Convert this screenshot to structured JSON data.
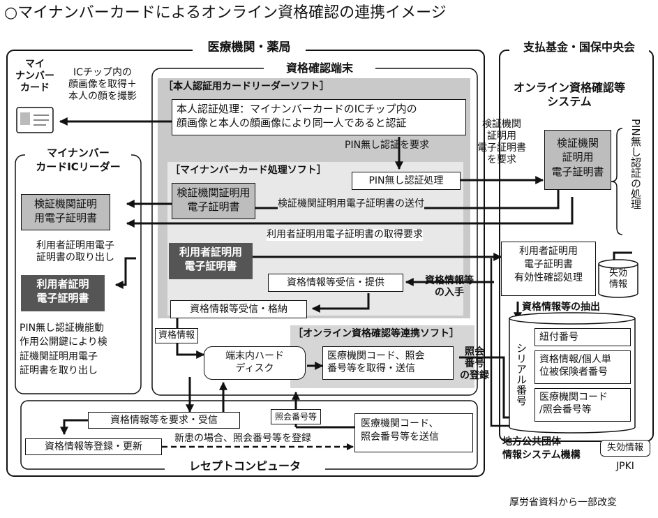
{
  "title": "○マイナンバーカードによるオンライン資格確認の連携イメージ",
  "source": "厚労省資料から一部改変",
  "medical": {
    "label": "医療機関・薬局"
  },
  "fund": {
    "label": "支払基金・国保中央会"
  },
  "terminal": {
    "label": "資格確認端末"
  },
  "card": {
    "label_line1": "マイ",
    "label_line2": "ナンバー",
    "label_line3": "カード",
    "photo_line1": "ICチップ内の",
    "photo_line2": "顔画像を取得＋",
    "photo_line3": "本人の顔を撮影"
  },
  "auth_soft": {
    "label": "［本人認証用カードリーダーソフト］",
    "process_line1": "本人認証処理：マイナンバーカードのICチップ内の",
    "process_line2": "顔画像と本人の顔画像により同一人であると認証",
    "pin_request": "PIN無し認証を要求"
  },
  "card_soft": {
    "label": "［マイナンバーカード処理ソフト］",
    "pin_process": "PIN無し認証処理",
    "cert_line1": "検証機関証明用",
    "cert_line2": "電子証明書",
    "cert_send": "検証機関証明用電子証明書の送付",
    "user_req": "利用者証明用電子証明書の取得要求",
    "user_cert_line1": "利用者証明用",
    "user_cert_line2": "電子証明書",
    "qual_recv_provide": "資格情報等受信・提供",
    "qual_recv_store": "資格情報等受信・格納",
    "qual_entry_line1": "資格情報等",
    "qual_entry_line2": "の入手"
  },
  "reader": {
    "label_line1": "マイナンバー",
    "label_line2": "カードICリーダー",
    "cert_line1": "検証機関証明",
    "cert_line2": "用電子証明書",
    "take_line1": "利用者証明用電子",
    "take_line2": "証明書の取り出し",
    "user_cert_line1": "利用者証明",
    "user_cert_line2": "電子証明書",
    "note_line1": "PIN無し認証機能動",
    "note_line2": "作用公開鍵により検",
    "note_line3": "証機関証明用電子",
    "note_line4": "証明書を取り出し"
  },
  "link_soft": {
    "label": "［オンライン資格確認等連携ソフト］",
    "qual_tag": "資格情報",
    "disk_line1": "端末内ハード",
    "disk_line2": "ディスク",
    "code_line1": "医療機関コード、照会",
    "code_line2": "番号等を取得・送信",
    "reg_line1": "照会",
    "reg_line2": "番号",
    "reg_line3": "の登録"
  },
  "system": {
    "title_line1": "オンライン資格確認等",
    "title_line2": "システム",
    "req_line1": "検証機関",
    "req_line2": "証明用",
    "req_line3": "電子証明書",
    "req_line4": "を要求",
    "cert_line1": "検証機関",
    "cert_line2": "証明用",
    "cert_line3": "電子証明書",
    "pin_side": "PIN無し認証の処理",
    "validity_line1": "利用者証明用",
    "validity_line2": "電子証明書",
    "validity_line3": "有効性確認処理",
    "invalid_line1": "失効",
    "invalid_line2": "情報",
    "extract": "資格情報等の抽出",
    "serial": "シリアル番号",
    "db_row1": "紐付番号",
    "db_row2_line1": "資格情報/個人単",
    "db_row2_line2": "位被保険者番号",
    "db_row3_line1": "医療機関コード",
    "db_row3_line2": "/照会番号等"
  },
  "jpki": {
    "line1": "地方公共団体",
    "line2": "情報システム機構",
    "invalid": "失効情報",
    "name": "JPKI"
  },
  "receipt": {
    "label": "レセプトコンピュータ",
    "request": "資格情報等を要求・受信",
    "register": "資格情報等登録・更新",
    "new_patient": "新患の場合、照会番号等を登録",
    "ref_tag": "照会番号等",
    "send_line1": "医療機関コード、",
    "send_line2": "照会番号等を送信"
  }
}
